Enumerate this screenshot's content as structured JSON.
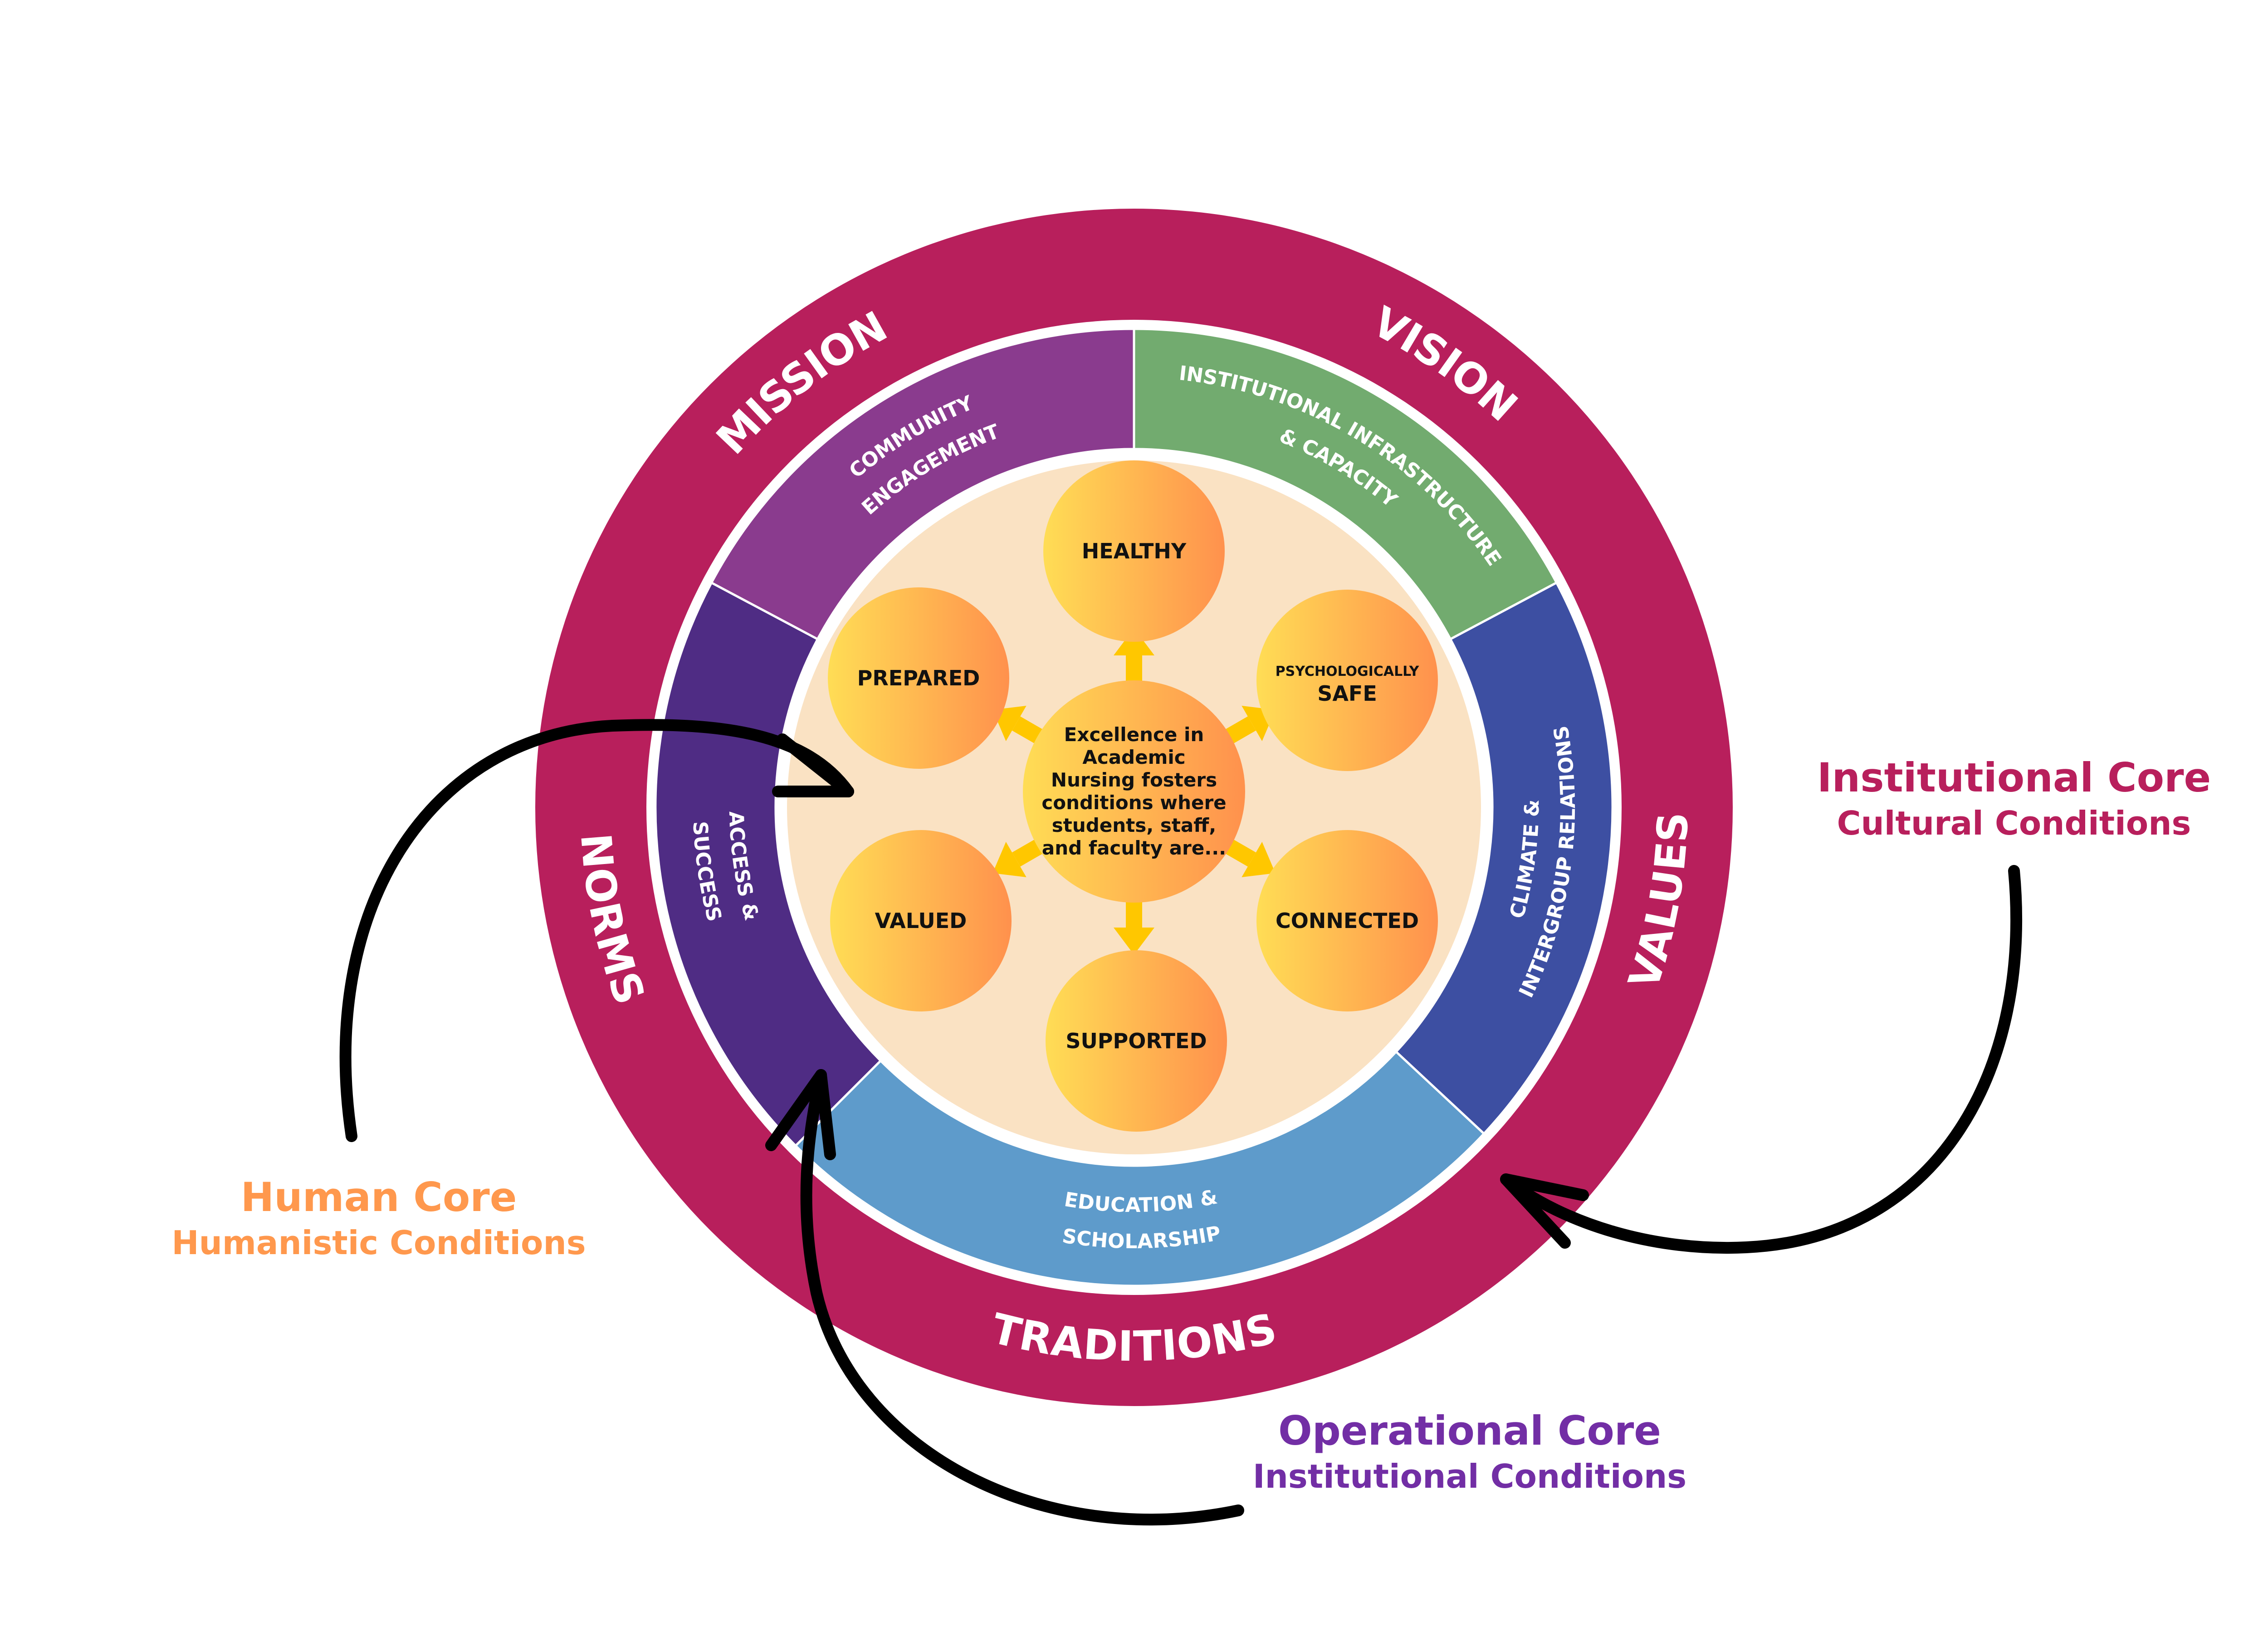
{
  "diagram": {
    "title": "Excellence in Academic Nursing framework",
    "center": {
      "lines": [
        "Excellence in",
        "Academic",
        "Nursing fosters",
        "conditions where",
        "students, staff,",
        "and faculty are..."
      ]
    },
    "conditions": [
      {
        "id": "healthy",
        "lines": [
          "HEALTHY"
        ]
      },
      {
        "id": "psychologically-safe",
        "lines": [
          "PSYCHOLOGICALLY",
          "SAFE"
        ]
      },
      {
        "id": "connected",
        "lines": [
          "CONNECTED"
        ]
      },
      {
        "id": "supported",
        "lines": [
          "SUPPORTED"
        ]
      },
      {
        "id": "valued",
        "lines": [
          "VALUED"
        ]
      },
      {
        "id": "prepared",
        "lines": [
          "PREPARED"
        ]
      }
    ],
    "operational_segments": [
      {
        "id": "institutional-infrastructure",
        "lines": [
          "INSTITUTIONAL INFRASTRUCTURE",
          "& CAPACITY"
        ],
        "color": "#72AB6F"
      },
      {
        "id": "climate-intergroup",
        "lines": [
          "CLIMATE &",
          "INTERGROUP RELATIONS"
        ],
        "color": "#3D4FA2"
      },
      {
        "id": "education-scholarship",
        "lines": [
          "EDUCATION &",
          "SCHOLARSHIP"
        ],
        "color": "#5E9BCB"
      },
      {
        "id": "access-success",
        "lines": [
          "ACCESS &",
          "SUCCESS"
        ],
        "color": "#4F2C84"
      },
      {
        "id": "community-engagement",
        "lines": [
          "COMMUNITY",
          "ENGAGEMENT"
        ],
        "color": "#8A3B8E"
      }
    ],
    "cultural_ring": {
      "color": "#B81F5C",
      "labels": [
        "VISION",
        "VALUES",
        "TRADITIONS",
        "NORMS",
        "MISSION"
      ]
    },
    "cores": [
      {
        "id": "human-core",
        "title": "Human Core",
        "subtitle": "Humanistic Conditions",
        "color": "#FF984D"
      },
      {
        "id": "operational-core",
        "title": "Operational Core",
        "subtitle": "Institutional Conditions",
        "color": "#722EA5"
      },
      {
        "id": "institutional-core",
        "title": "Institutional Core",
        "subtitle": "Cultural Conditions",
        "color": "#B81F5C"
      }
    ],
    "colors": {
      "inner_disk": "#FAE2C3",
      "bubble_start": "#FFDD55",
      "bubble_end": "#FF914D",
      "spoke_arrow": "#FFC700",
      "pointer_arrow": "#000000"
    }
  }
}
